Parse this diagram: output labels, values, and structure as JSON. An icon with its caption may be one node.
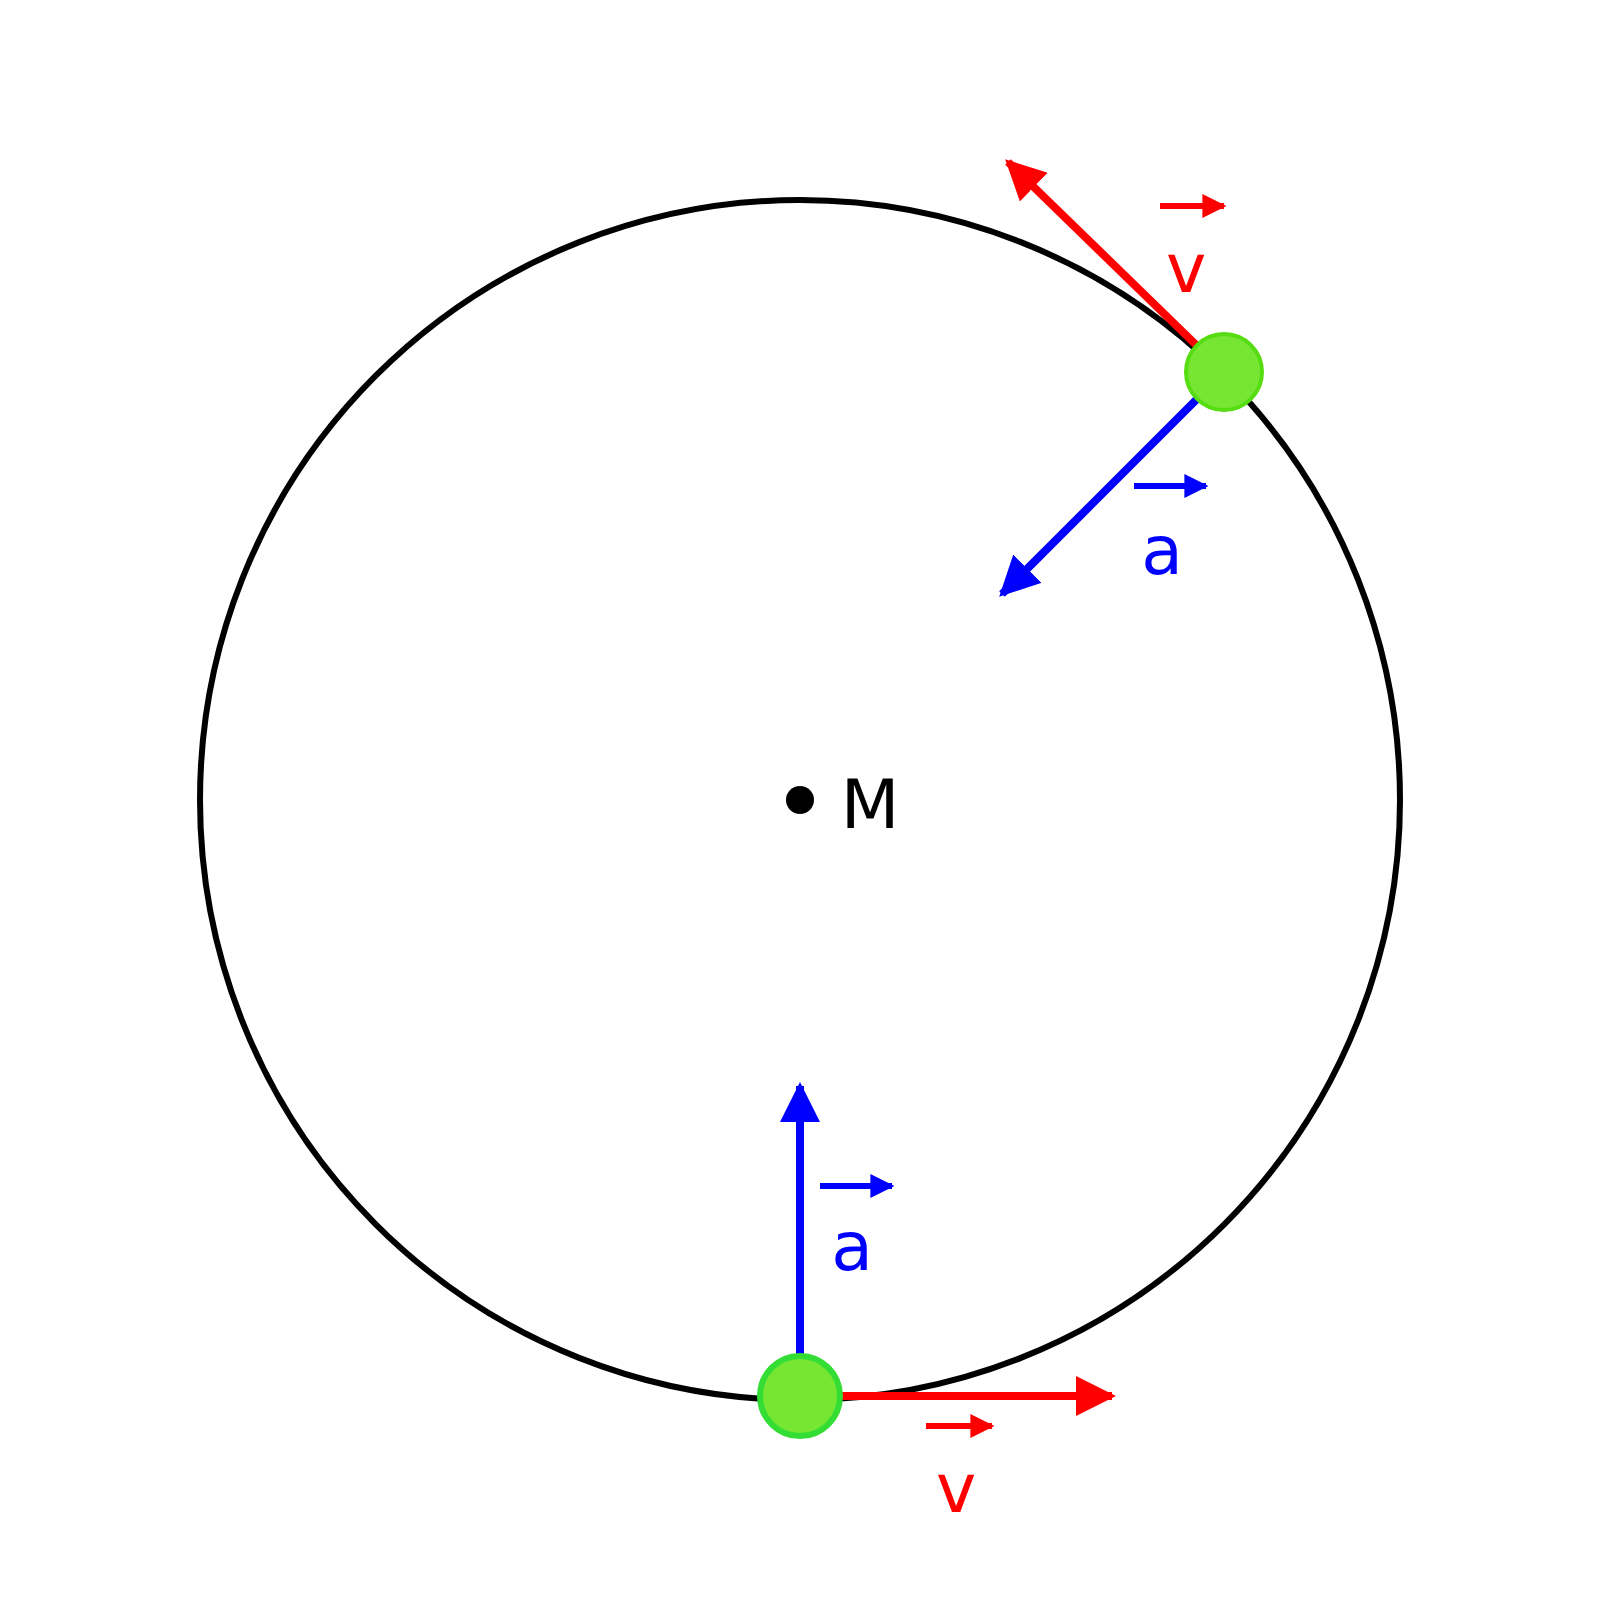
{
  "diagram": {
    "labels": [
      "v",
      "a",
      "M",
      "a",
      "v"
    ]
  }
}
